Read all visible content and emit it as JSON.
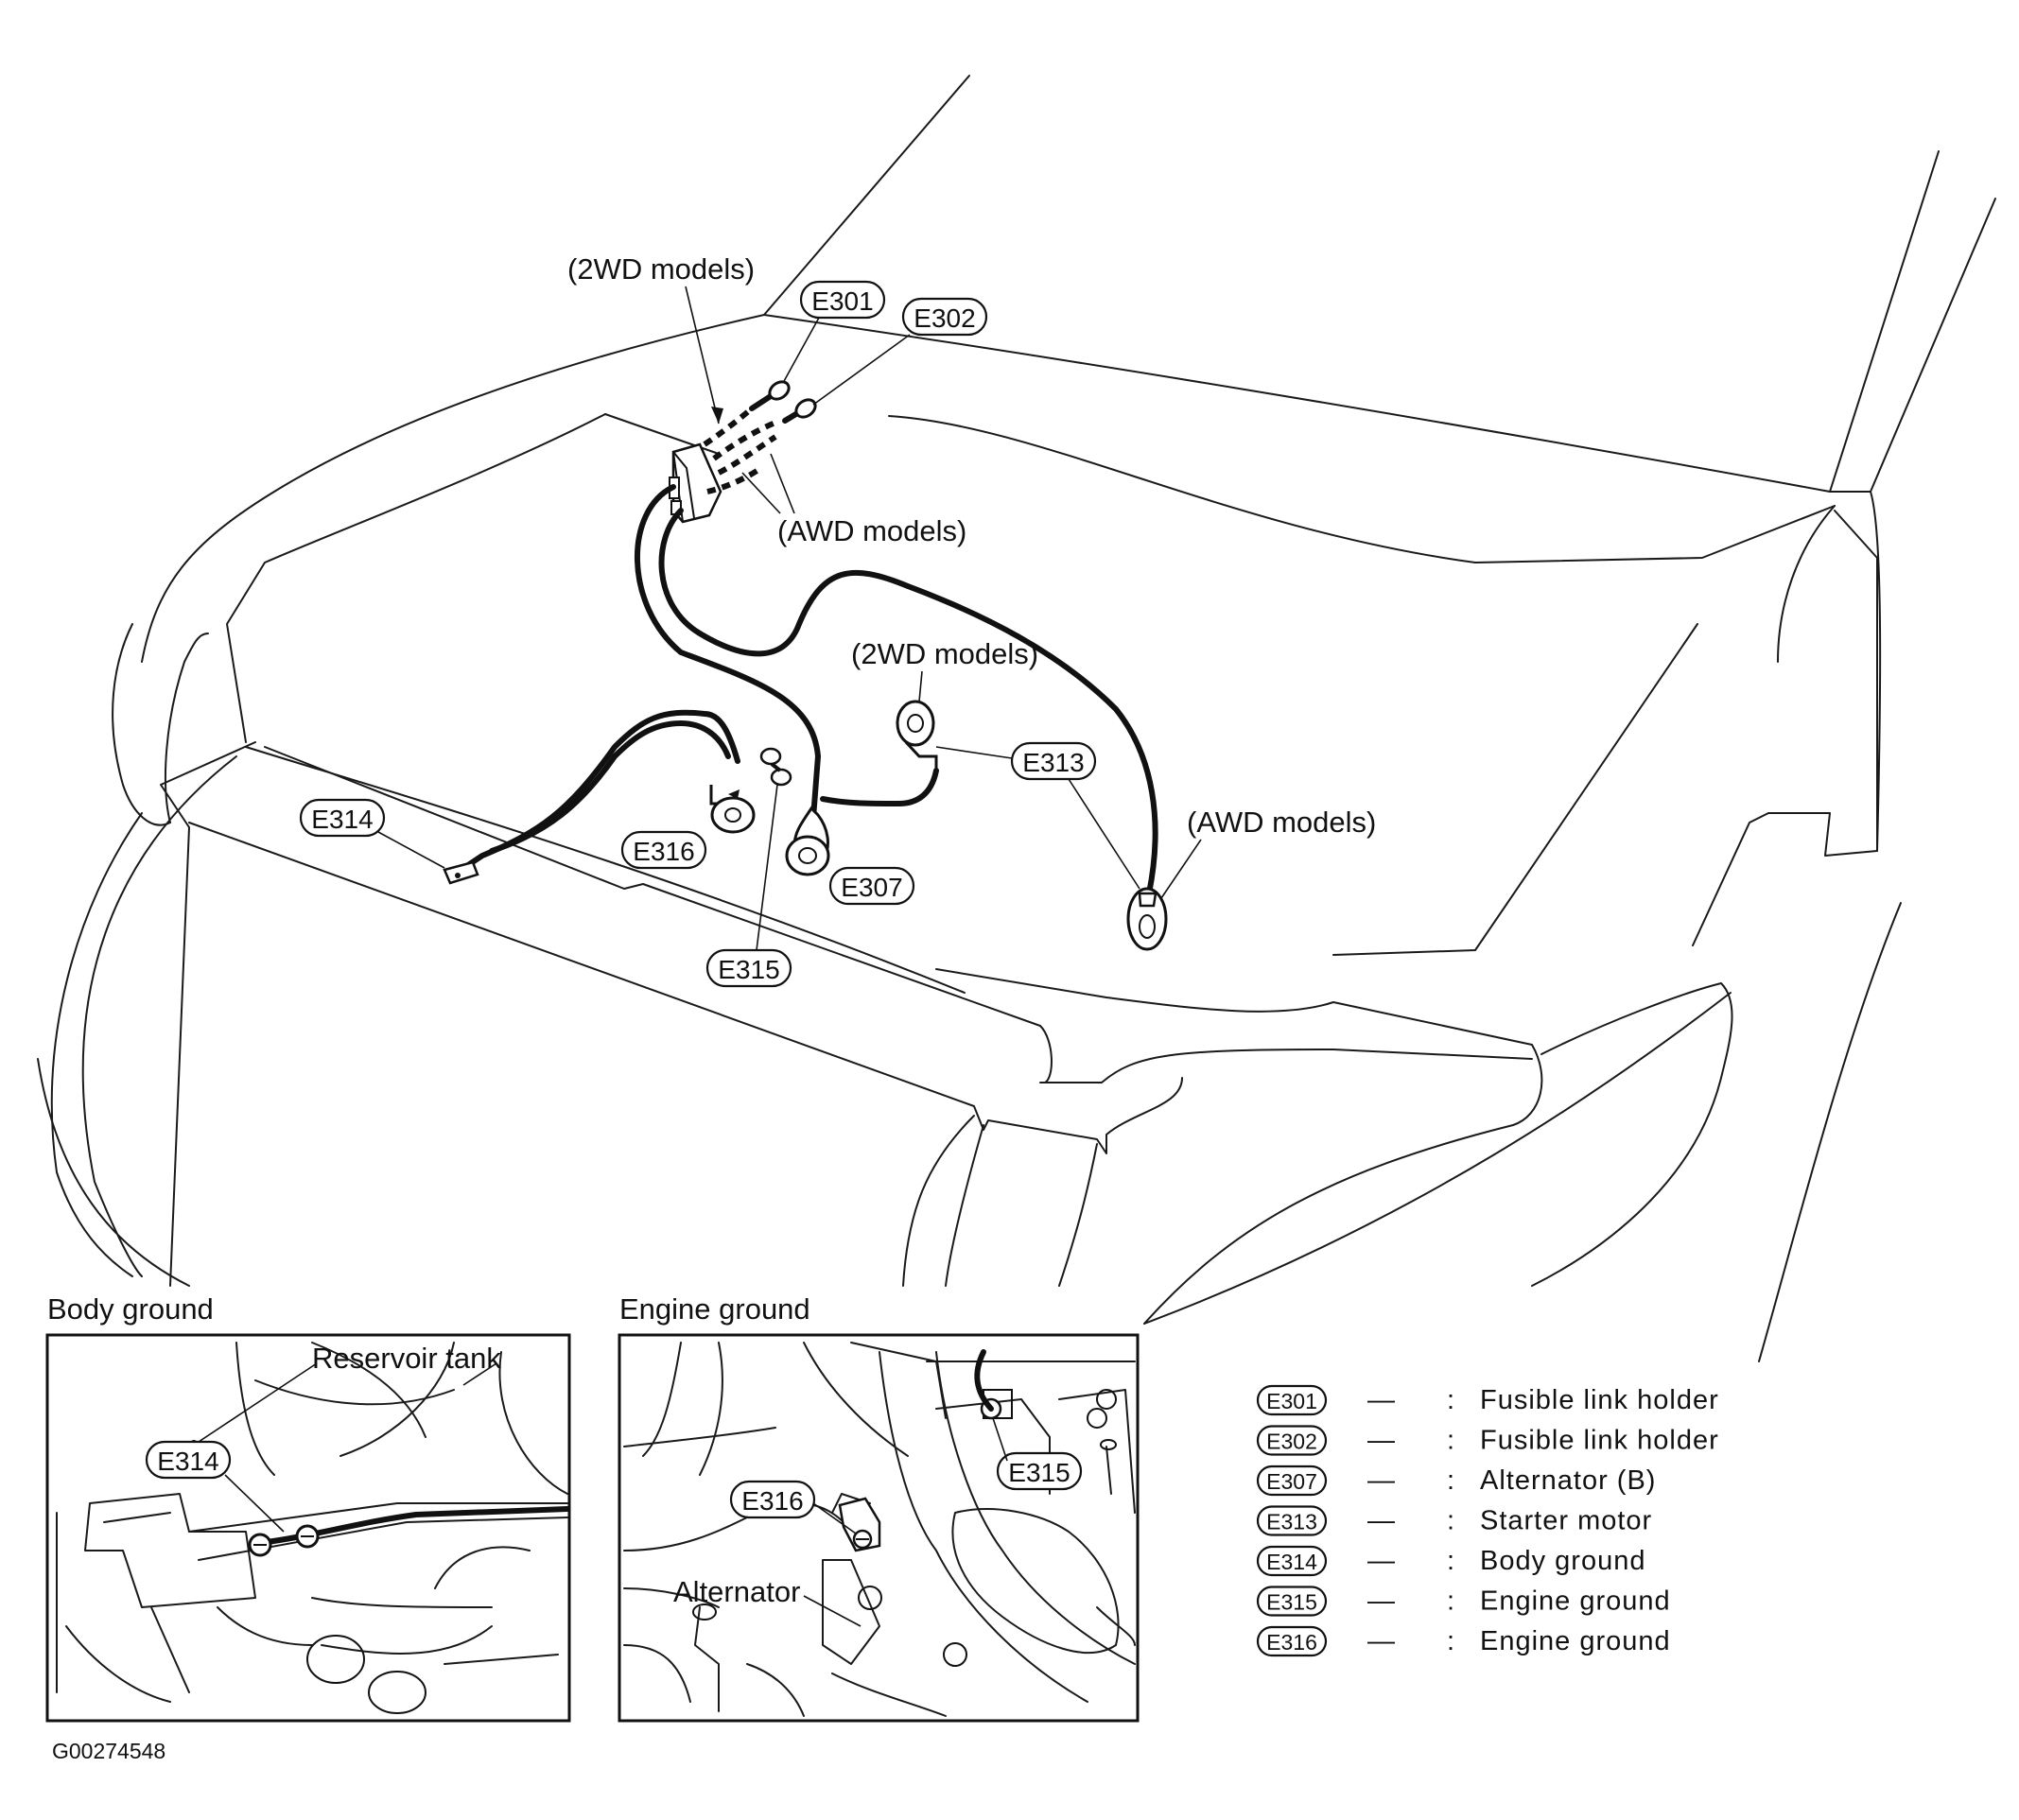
{
  "figure_id": "G00274548",
  "callouts": {
    "two_wd_top": "(2WD models)",
    "awd_top": "(AWD models)",
    "two_wd_mid": "(2WD models)",
    "awd_right": "(AWD models)"
  },
  "connectors": {
    "e301": "E301",
    "e302": "E302",
    "e307": "E307",
    "e313": "E313",
    "e314": "E314",
    "e315": "E315",
    "e316": "E316"
  },
  "insets": {
    "body_ground": {
      "title": "Body ground",
      "reservoir_label": "Reservoir tank",
      "connector": "E314"
    },
    "engine_ground": {
      "title": "Engine ground",
      "alternator_label": "Alternator",
      "connector_a": "E316",
      "connector_b": "E315"
    }
  },
  "legend": {
    "rows": [
      {
        "code": "E301",
        "dash": "—",
        "colon": ":",
        "desc": "Fusible link holder"
      },
      {
        "code": "E302",
        "dash": "—",
        "colon": ":",
        "desc": "Fusible link holder"
      },
      {
        "code": "E307",
        "dash": "—",
        "colon": ":",
        "desc": "Alternator (B)"
      },
      {
        "code": "E313",
        "dash": "—",
        "colon": ":",
        "desc": "Starter motor"
      },
      {
        "code": "E314",
        "dash": "—",
        "colon": ":",
        "desc": "Body ground"
      },
      {
        "code": "E315",
        "dash": "—",
        "colon": ":",
        "desc": "Engine ground"
      },
      {
        "code": "E316",
        "dash": "—",
        "colon": ":",
        "desc": "Engine ground"
      }
    ]
  }
}
